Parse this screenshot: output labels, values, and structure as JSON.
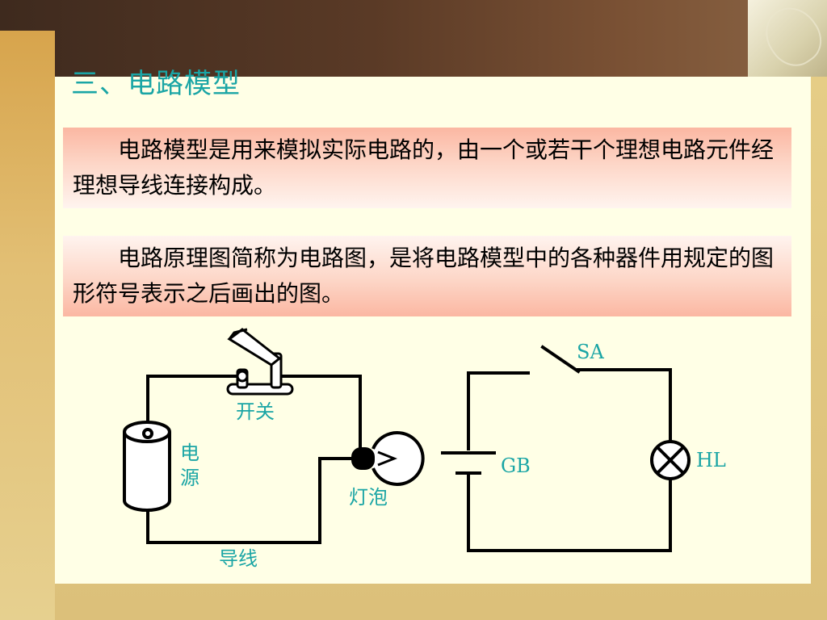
{
  "slide": {
    "title": "三、电路模型",
    "paragraph1": "电路模型是用来模拟实际电路的，由一个或若干个理想电路元件经理想导线连接构成。",
    "paragraph2": "电路原理图简称为电路图，是将电路模型中的各种器件用规定的图形符号表示之后画出的图。"
  },
  "diagram_left": {
    "switch_label": "开关",
    "power_label_1": "电",
    "power_label_2": "源",
    "lamp_label": "灯泡",
    "wire_label": "导线"
  },
  "diagram_right": {
    "switch_label": "SA",
    "battery_label": "GB",
    "lamp_label": "HL"
  },
  "colors": {
    "title": "#1aa5a5",
    "panel": "#ffffe6",
    "box": "#fbb7a2"
  }
}
